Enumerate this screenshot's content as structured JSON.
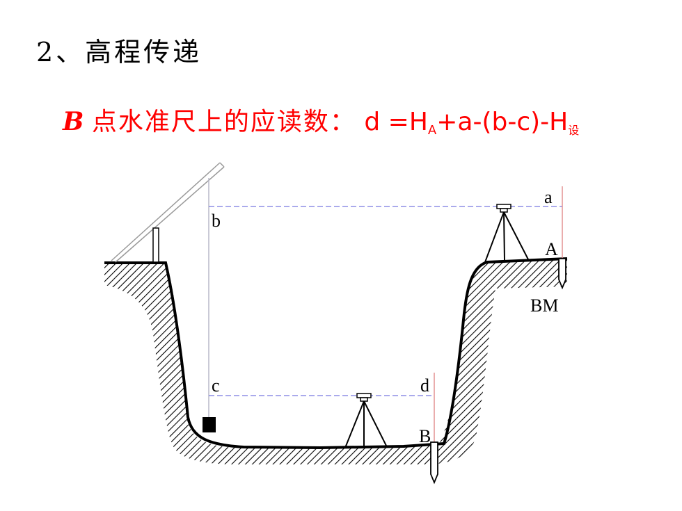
{
  "slide": {
    "heading": "2、高程传递",
    "formula": {
      "lead": "B",
      "chinese": "点水准尺上的应读数：",
      "expr_prefix": "d =H",
      "sub_a": "A",
      "expr_mid": "+a-(b-c)-H",
      "sub_set": "设"
    }
  },
  "diagram": {
    "labels": {
      "a": "a",
      "b": "b",
      "c": "c",
      "d": "d",
      "A": "A",
      "B": "B",
      "BM": "BM"
    },
    "colors": {
      "formula": "#ff0000",
      "sight_line": "#6a6ae0",
      "rod": "#e08a8a",
      "ground": "#000000"
    }
  }
}
